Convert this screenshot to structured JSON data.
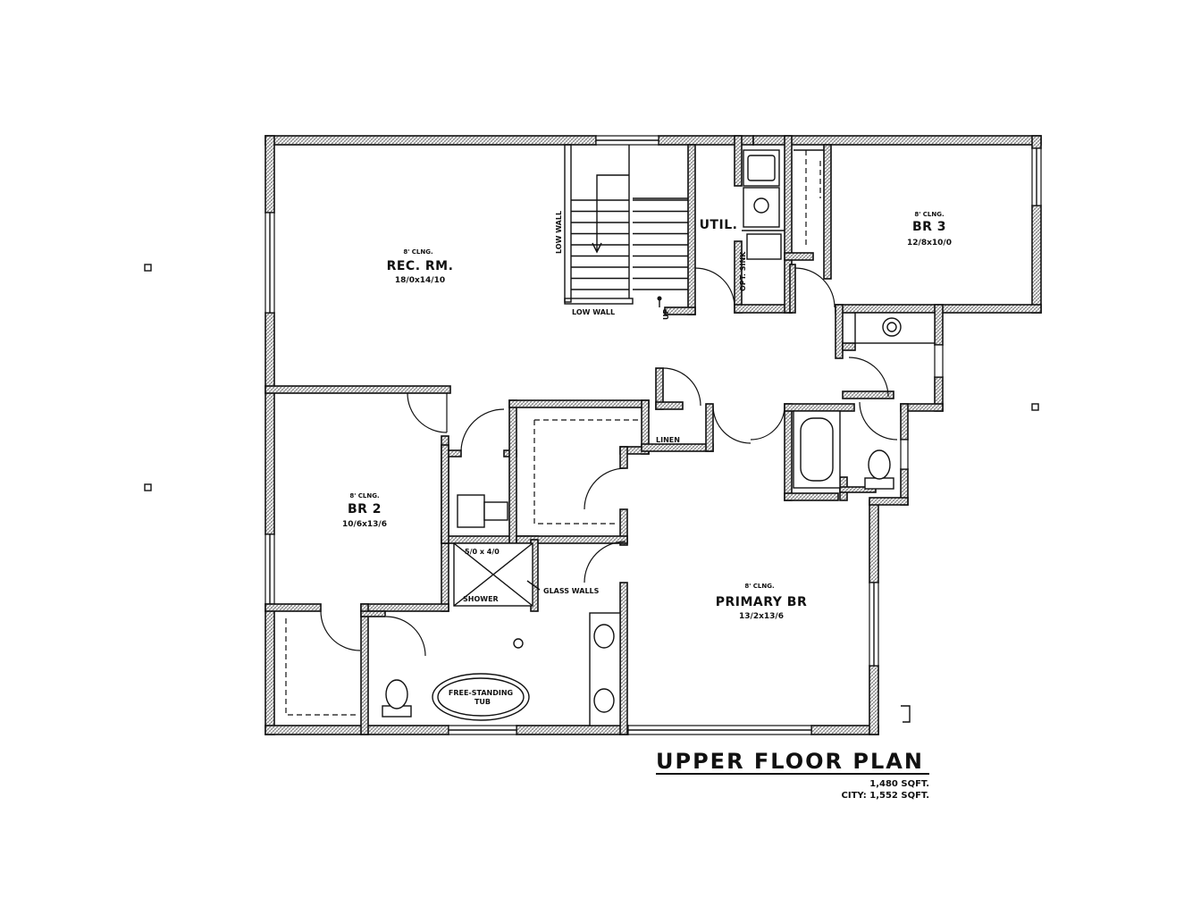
{
  "plan": {
    "title": "UPPER FLOOR PLAN",
    "area_primary": "1,480 SQFT.",
    "area_city": "CITY: 1,552 SQFT."
  },
  "rooms": {
    "rec": {
      "ceiling": "8' CLNG.",
      "name": "REC. RM.",
      "dims": "18/0x14/10"
    },
    "br3": {
      "ceiling": "8' CLNG.",
      "name": "BR 3",
      "dims": "12/8x10/0"
    },
    "br2": {
      "ceiling": "8' CLNG.",
      "name": "BR 2",
      "dims": "10/6x13/6"
    },
    "primary": {
      "ceiling": "8' CLNG.",
      "name": "PRIMARY BR",
      "dims": "13/2x13/6"
    },
    "util": {
      "name": "UTIL."
    }
  },
  "notes": {
    "low_wall_vertical": "LOW WALL",
    "low_wall_horizontal": "LOW WALL",
    "up": "UP",
    "opt_sink": "OPT. SINK",
    "linen": "LINEN",
    "shower_size": "5/0 x 4/0",
    "shower": "SHOWER",
    "glass_walls": "GLASS WALLS",
    "tub_line1": "FREE-STANDING",
    "tub_line2": "TUB"
  }
}
